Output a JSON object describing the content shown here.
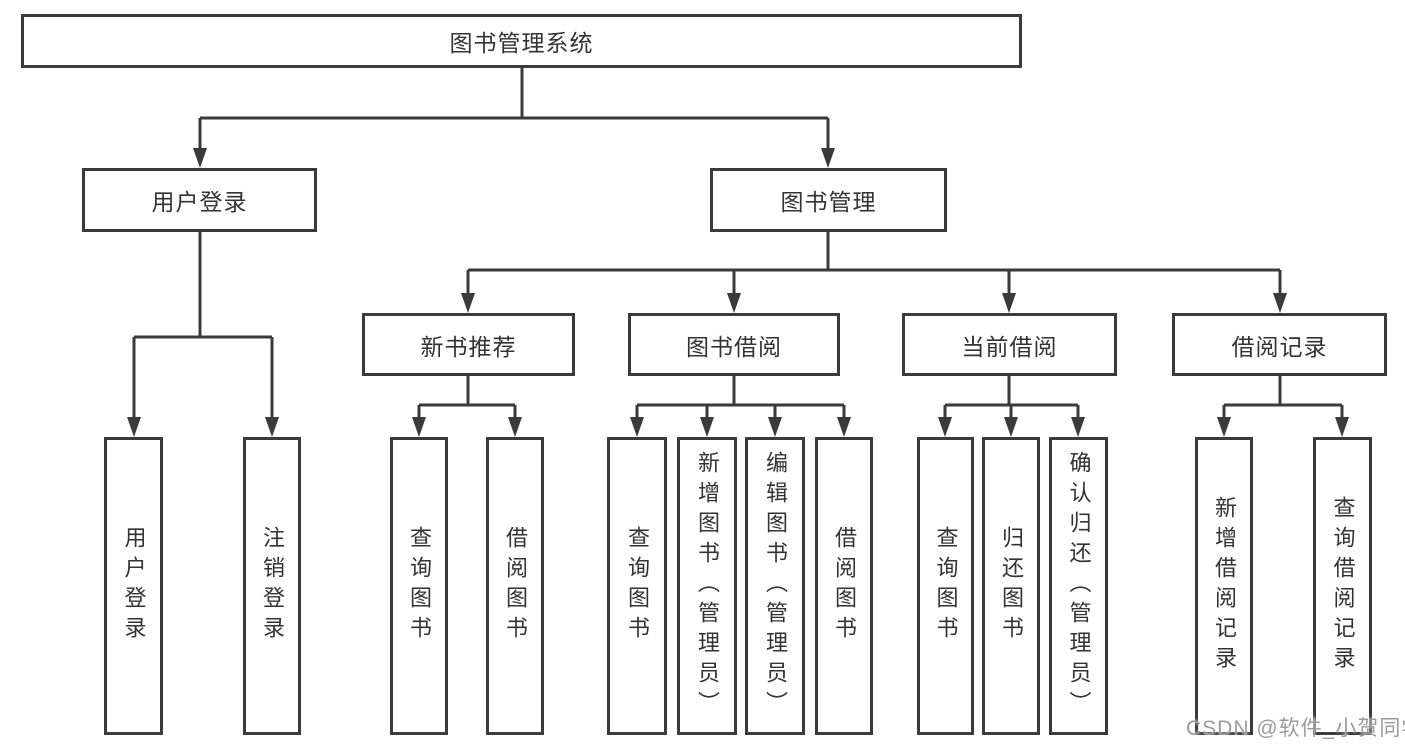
{
  "diagram": {
    "root": {
      "label": "图书管理系统"
    },
    "user_login": {
      "label": "用户登录",
      "children": [
        {
          "label": "用户登录"
        },
        {
          "label": "注销登录"
        }
      ]
    },
    "book_management": {
      "label": "图书管理",
      "sections": [
        {
          "label": "新书推荐",
          "children": [
            {
              "label": "查询图书"
            },
            {
              "label": "借阅图书"
            }
          ]
        },
        {
          "label": "图书借阅",
          "children": [
            {
              "label": "查询图书"
            },
            {
              "label": "新增图书（管理员）"
            },
            {
              "label": "编辑图书（管理员）"
            },
            {
              "label": "借阅图书"
            }
          ]
        },
        {
          "label": "当前借阅",
          "children": [
            {
              "label": "查询图书"
            },
            {
              "label": "归还图书"
            },
            {
              "label": "确认归还（管理员）"
            }
          ]
        },
        {
          "label": "借阅记录",
          "children": [
            {
              "label": "新增借阅记录"
            },
            {
              "label": "查询借阅记录"
            }
          ]
        }
      ]
    }
  },
  "watermark": {
    "text": "CSDN @软件_小贺同学"
  },
  "colors": {
    "line": "#3a3a3a",
    "box_border": "#3b3b3b",
    "text": "#333333",
    "watermark_text": "#9b9b9b",
    "background": "#ffffff"
  }
}
